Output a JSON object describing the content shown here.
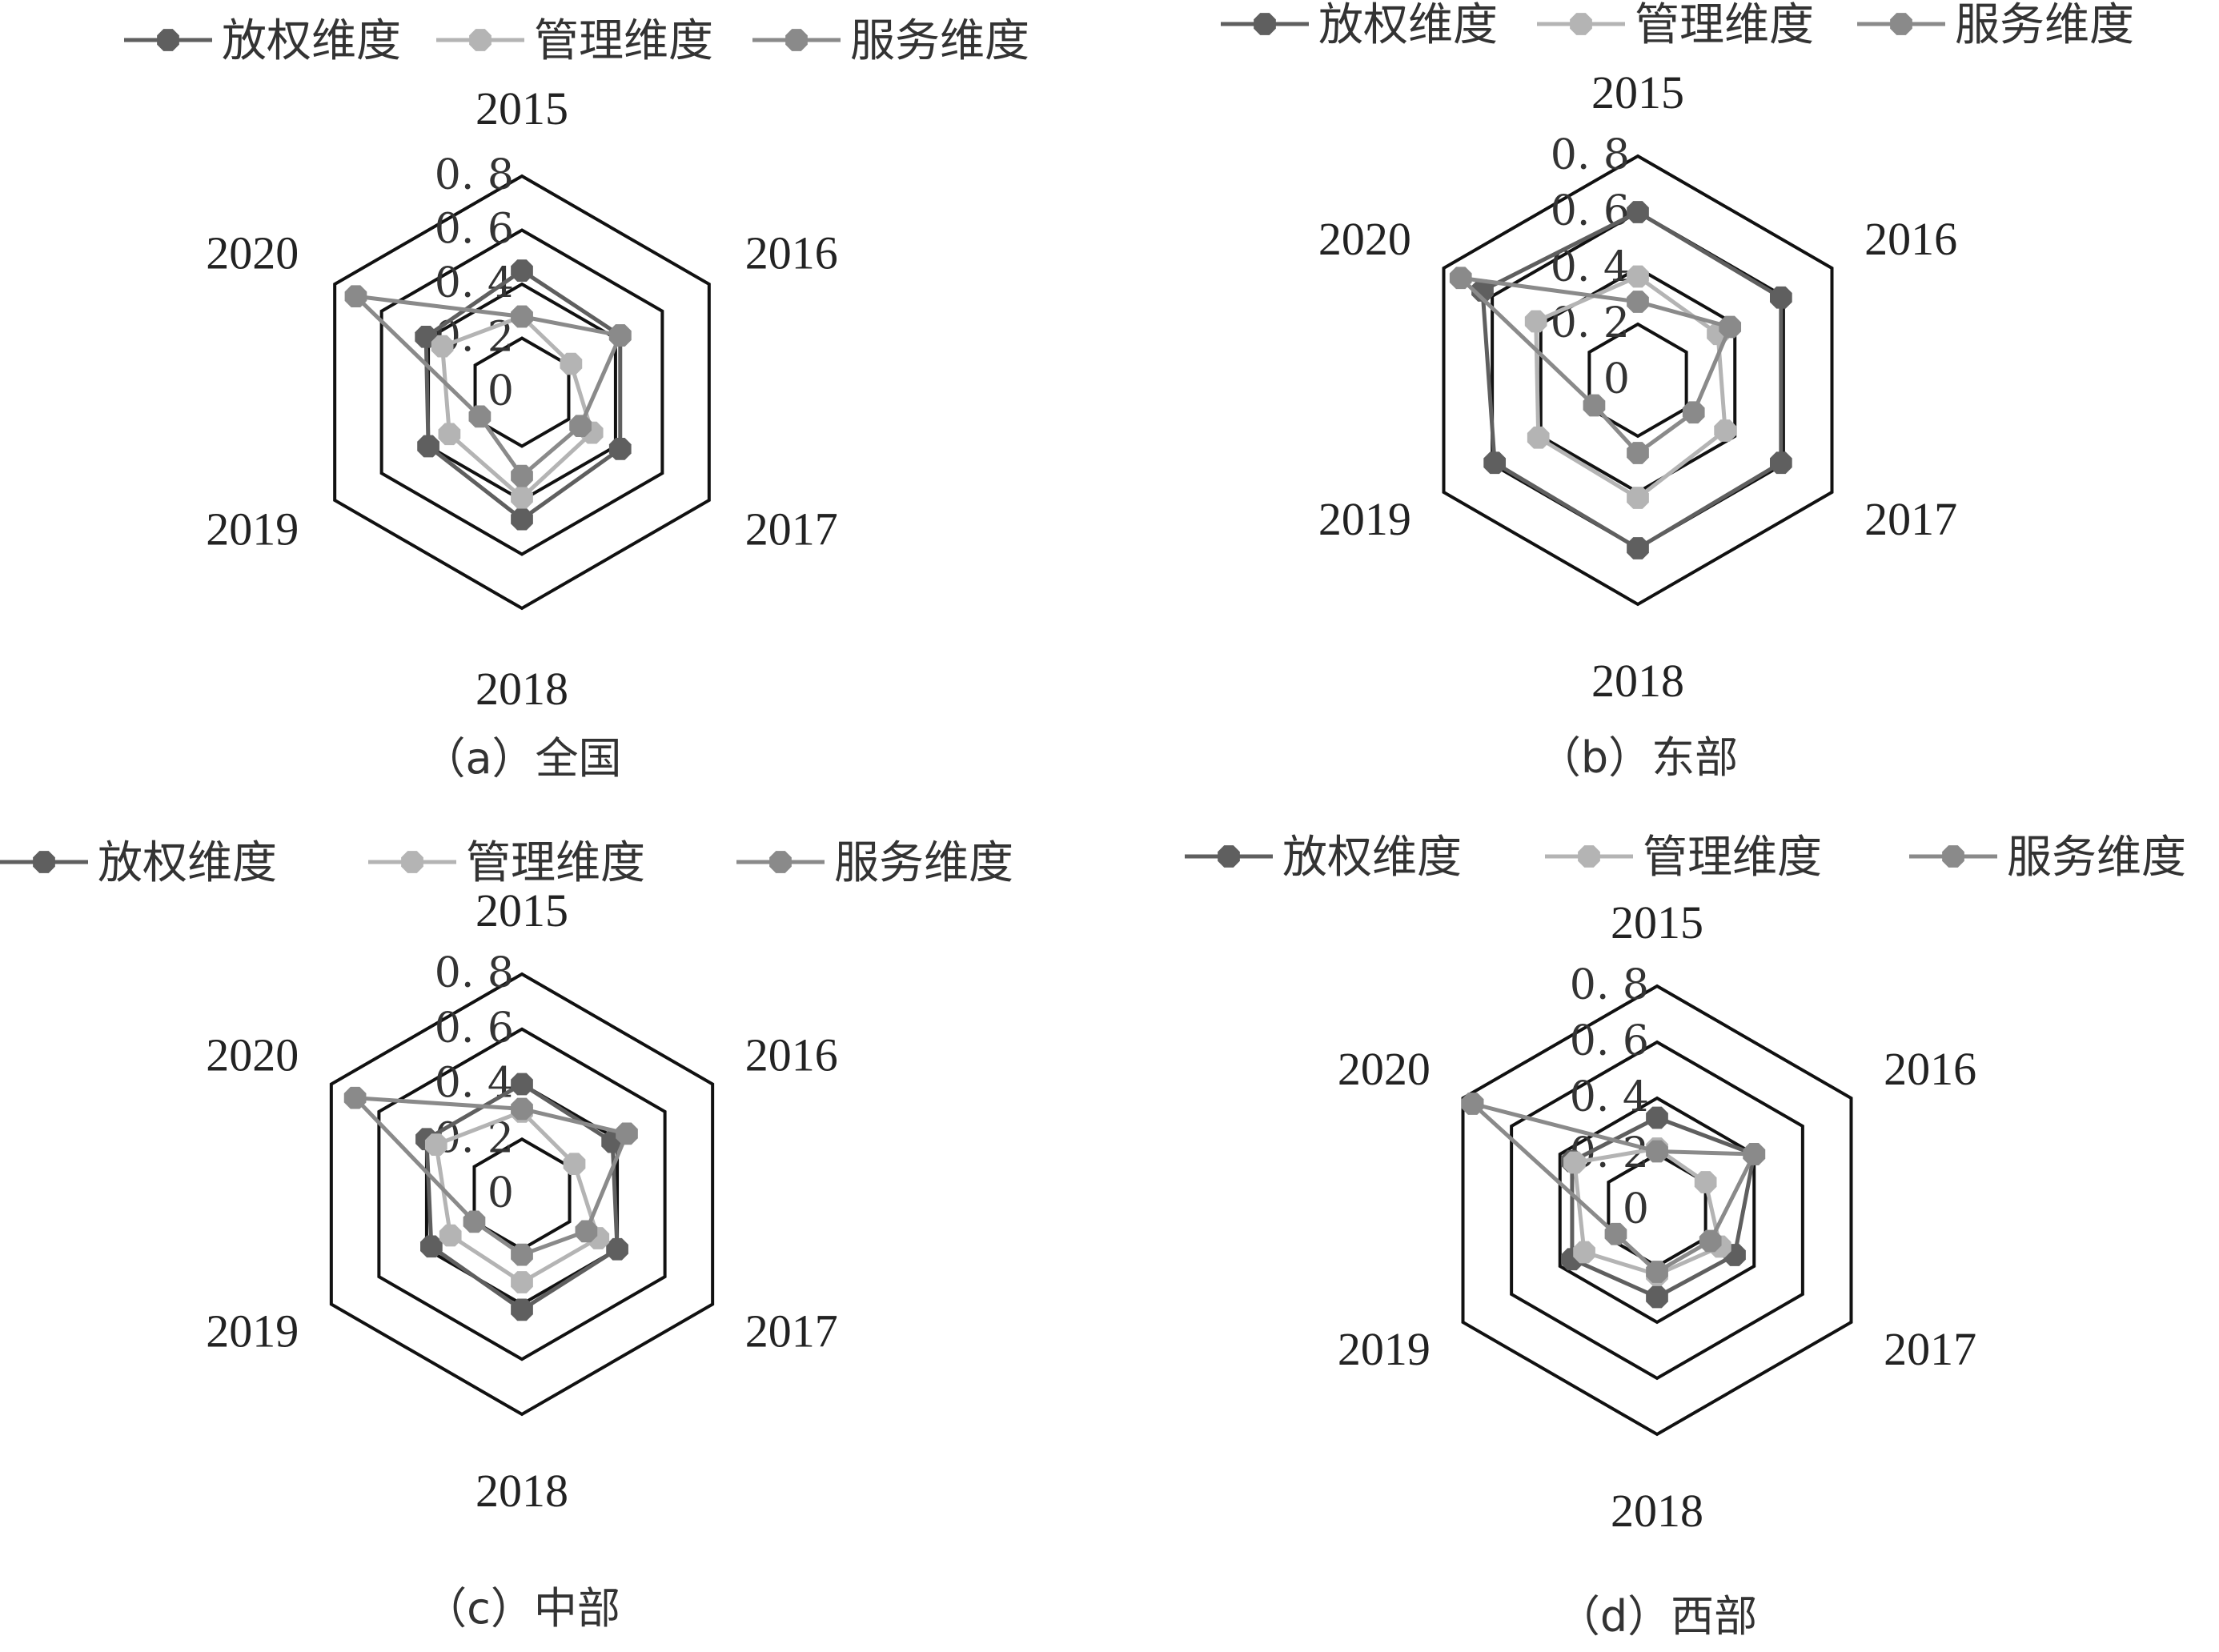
{
  "chart_data": [
    {
      "type": "radar",
      "panel": "a",
      "caption": "（a）全国",
      "categories": [
        "2015",
        "2016",
        "2017",
        "2018",
        "2019",
        "2020"
      ],
      "tick_labels": [
        "0",
        "0. 2",
        "0. 4",
        "0. 6",
        "0. 8"
      ],
      "rlim": [
        0,
        0.8
      ],
      "legend_position": "top",
      "series": [
        {
          "name": "放权维度",
          "color": "#5f5f5f",
          "values": [
            0.45,
            0.42,
            0.42,
            0.47,
            0.4,
            0.41
          ]
        },
        {
          "name": "管理维度",
          "color": "#b4b4b4",
          "values": [
            0.28,
            0.21,
            0.3,
            0.39,
            0.31,
            0.34
          ]
        },
        {
          "name": "服务维度",
          "color": "#8a8a8a",
          "values": [
            0.28,
            0.42,
            0.25,
            0.31,
            0.18,
            0.71
          ]
        }
      ]
    },
    {
      "type": "radar",
      "panel": "b",
      "caption": "（b）东部",
      "categories": [
        "2015",
        "2016",
        "2017",
        "2018",
        "2019",
        "2020"
      ],
      "tick_labels": [
        "0",
        "0. 2",
        "0. 4",
        "0. 6",
        "0. 8"
      ],
      "rlim": [
        0,
        0.8
      ],
      "legend_position": "top",
      "series": [
        {
          "name": "放权维度",
          "color": "#5f5f5f",
          "values": [
            0.6,
            0.59,
            0.59,
            0.6,
            0.59,
            0.64
          ]
        },
        {
          "name": "管理维度",
          "color": "#b4b4b4",
          "values": [
            0.37,
            0.33,
            0.36,
            0.42,
            0.41,
            0.42
          ]
        },
        {
          "name": "服务维度",
          "color": "#8a8a8a",
          "values": [
            0.28,
            0.38,
            0.23,
            0.26,
            0.18,
            0.73
          ]
        }
      ]
    },
    {
      "type": "radar",
      "panel": "c",
      "caption": "（c）中部",
      "categories": [
        "2015",
        "2016",
        "2017",
        "2018",
        "2019",
        "2020"
      ],
      "tick_labels": [
        "0",
        "0. 2",
        "0. 4",
        "0. 6",
        "0. 8"
      ],
      "rlim": [
        0,
        0.8
      ],
      "legend_position": "top",
      "series": [
        {
          "name": "放权维度",
          "color": "#5f5f5f",
          "values": [
            0.4,
            0.38,
            0.4,
            0.42,
            0.38,
            0.4
          ]
        },
        {
          "name": "管理维度",
          "color": "#b4b4b4",
          "values": [
            0.3,
            0.22,
            0.32,
            0.32,
            0.3,
            0.36
          ]
        },
        {
          "name": "服务维度",
          "color": "#8a8a8a",
          "values": [
            0.31,
            0.44,
            0.27,
            0.22,
            0.2,
            0.7
          ]
        }
      ]
    },
    {
      "type": "radar",
      "panel": "d",
      "caption": "（d）西部",
      "categories": [
        "2015",
        "2016",
        "2017",
        "2018",
        "2019",
        "2020"
      ],
      "tick_labels": [
        "0",
        "0. 2",
        "0. 4",
        "0. 6",
        "0. 8"
      ],
      "rlim": [
        0,
        0.8
      ],
      "legend_position": "top",
      "series": [
        {
          "name": "放权维度",
          "color": "#5f5f5f",
          "values": [
            0.33,
            0.4,
            0.32,
            0.31,
            0.35,
            0.35
          ]
        },
        {
          "name": "管理维度",
          "color": "#b4b4b4",
          "values": [
            0.22,
            0.2,
            0.26,
            0.23,
            0.3,
            0.34
          ]
        },
        {
          "name": "服务维度",
          "color": "#8a8a8a",
          "values": [
            0.21,
            0.4,
            0.22,
            0.22,
            0.17,
            0.76
          ]
        }
      ]
    }
  ]
}
